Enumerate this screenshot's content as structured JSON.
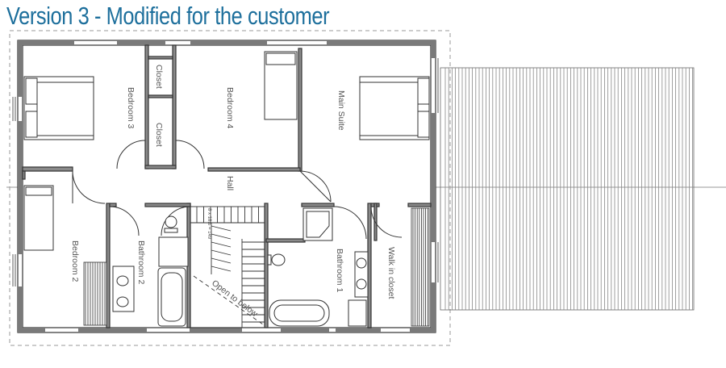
{
  "title": "Version 3 - Modified for the customer",
  "rooms": {
    "bedroom3": "Bedroom 3",
    "bedroom4": "Bedroom 4",
    "main_suite": "Main Suite",
    "closet_top": "Closet",
    "closet_bottom": "Closet",
    "hall": "Hall",
    "bedroom2": "Bedroom 2",
    "bathroom2": "Bathroom 2",
    "bathroom1": "Bathroom 1",
    "walk_in_closet": "Walk in closet",
    "open_to_below": "Open to below",
    "stair_note": "8 x 18.6 = 149"
  },
  "colors": {
    "title": "#1d6f9c",
    "wall": "#777777",
    "line": "#333333"
  }
}
